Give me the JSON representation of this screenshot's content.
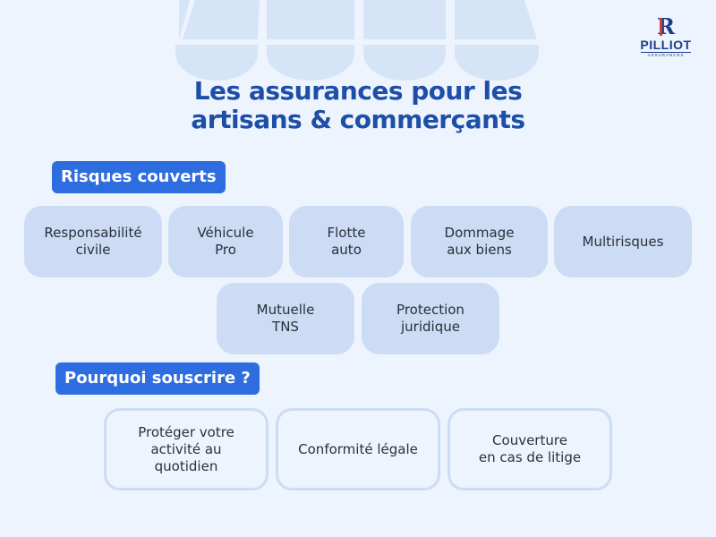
{
  "logo": {
    "mark": "R",
    "name": "PILLIOT",
    "sub": "ASSURANCES"
  },
  "title": {
    "line1": "Les assurances pour les",
    "line2": "artisans & commerçants"
  },
  "sections": {
    "risks": {
      "label": "Risques couverts",
      "items": [
        "Responsabilité\ncivile",
        "Véhicule\nPro",
        "Flotte\nauto",
        "Dommage\naux biens",
        "Multirisques",
        "Mutuelle\nTNS",
        "Protection\njuridique"
      ]
    },
    "reasons": {
      "label": "Pourquoi souscrire ?",
      "items": [
        "Protéger votre\nactivité au\nquotidien",
        "Conformité légale",
        "Couverture\nen cas de litige"
      ]
    }
  },
  "colors": {
    "background": "#eef4fd",
    "title": "#1d4fa8",
    "label_bg": "#2d6de0",
    "card": "#cbdcf4",
    "logo": "#1a3c8c",
    "logo_accent": "#d33a3a"
  }
}
